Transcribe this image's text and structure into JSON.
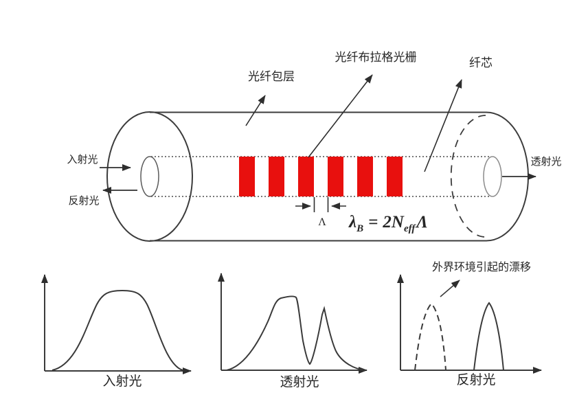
{
  "colors": {
    "background": "#ffffff",
    "line": "#3c3c3c",
    "text": "#262626",
    "grating_red": "#e8100e"
  },
  "fiber": {
    "label_cladding": "光纤包层",
    "label_grating": "光纤布拉格光栅",
    "label_core": "纤芯",
    "label_incident": "入射光",
    "label_reflected": "反射光",
    "label_transmitted": "透射光",
    "grating_period_symbol": "Λ",
    "stripe_count": 6
  },
  "formula": {
    "lambda": "λ",
    "lambda_sub": "B",
    "equals": "=",
    "coefficient": "2",
    "n": "N",
    "n_sub": "eff",
    "period": "Λ"
  },
  "spectra": [
    {
      "label": "入射光",
      "type": "broad input spectrum"
    },
    {
      "label": "透射光",
      "type": "spectrum with Bragg notch and residual peak"
    },
    {
      "label": "反射光",
      "type": "reflected Bragg peak",
      "annotation": "外界环境引起的漂移",
      "shifted_peak_style": "dashed"
    }
  ]
}
